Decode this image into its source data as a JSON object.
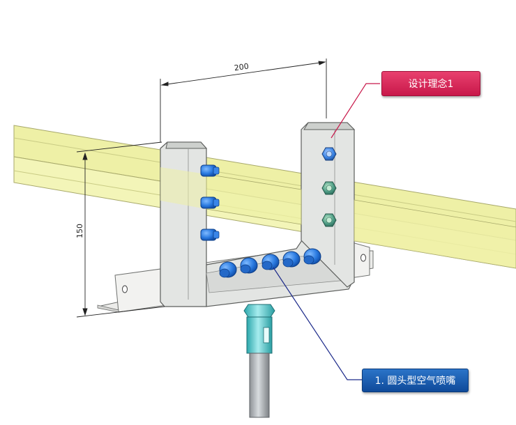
{
  "dimensions": {
    "width_label": "200",
    "height_label": "150"
  },
  "callouts": {
    "design_concept": "设计理念1",
    "nozzle": "1. 圆头型空气喷嘴"
  },
  "colors": {
    "rail": "#eef0a8",
    "bracket": "#e4e6e4",
    "nozzle": "#2f7fe0",
    "connector": "#6fd3d6",
    "hose": "#b8bcc0",
    "callout_pink": "#d42a5a",
    "callout_blue": "#1a5fb4"
  },
  "icons": {
    "nozzle_side": "round-nozzle-icon",
    "nozzle_front": "round-nozzle-front-icon",
    "bolt": "hex-bolt-icon"
  }
}
